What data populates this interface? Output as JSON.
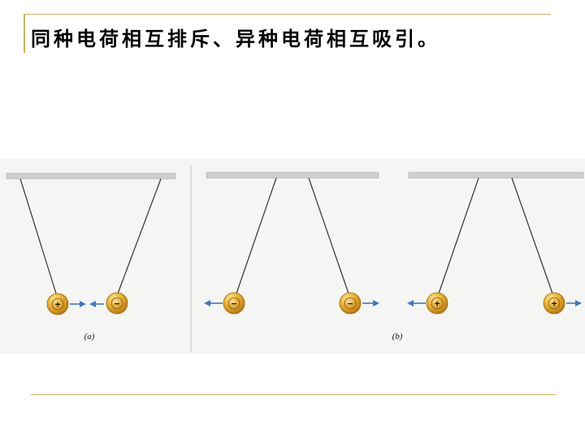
{
  "slide": {
    "title": "同种电荷相互排斥、异种电荷相互吸引。"
  },
  "diagram": {
    "panels": [
      {
        "label": "(a)",
        "balls": [
          {
            "charge": "+",
            "force": "right"
          },
          {
            "charge": "−",
            "force": "left"
          }
        ]
      },
      {
        "label": "(b)",
        "balls": [
          {
            "charge": "−",
            "force": "left"
          },
          {
            "charge": "−",
            "force": "right"
          }
        ]
      },
      {
        "label": "",
        "balls": [
          {
            "charge": "+",
            "force": "left"
          },
          {
            "charge": "+",
            "force": "right"
          }
        ]
      }
    ],
    "colors": {
      "ball_fill": "#e0a020",
      "ball_highlight": "#fff0b0",
      "arrow": "#3a78c8",
      "bar": "#cfcfcf",
      "background": "#f4f4f4"
    }
  }
}
